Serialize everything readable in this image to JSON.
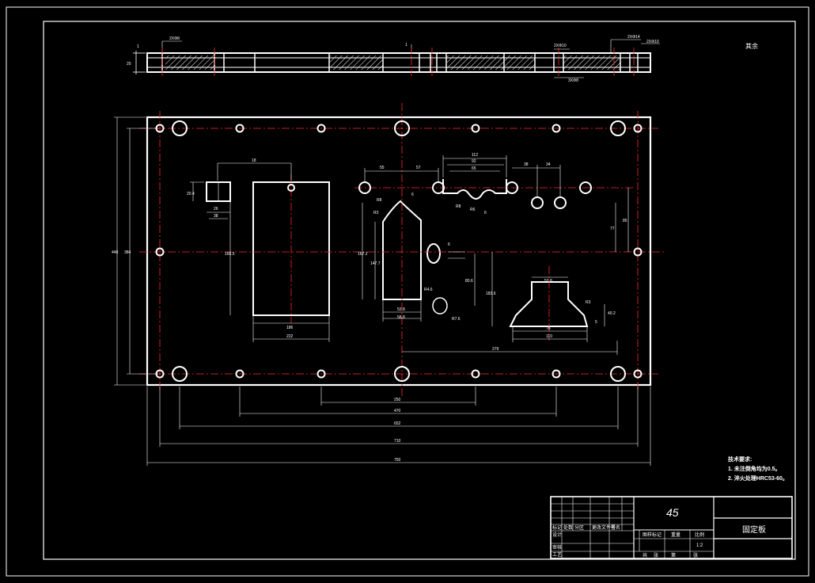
{
  "colors": {
    "background": "#000000",
    "outline": "#ffffff",
    "centerline": "#ff2a2a",
    "dimension": "#ffffff"
  },
  "corner_label": "其余",
  "side_view": {
    "thickness": "20",
    "dims": [
      "2XΦ8",
      "1",
      "1",
      "2XΦ10",
      "3XΦ8",
      "2XΦ14",
      "2XΦ10"
    ]
  },
  "plan_view": {
    "overall_height": "440",
    "inner_height": "384",
    "window_width": "186",
    "window_width_outer": "222",
    "window_height": "165.5",
    "top_pitch": "18",
    "small_slot": [
      "20.4",
      "26",
      "38"
    ],
    "slot_dims": [
      "R8",
      "R3",
      "167.2",
      "147.7",
      "52.8",
      "58.8",
      "R4.6",
      "R7.6"
    ],
    "offsets": [
      "55",
      "57",
      "6"
    ],
    "profile_dims": [
      "112",
      "92",
      "65",
      "R8",
      "R6",
      "6"
    ],
    "hole_dims": [
      "38",
      "34",
      "77",
      "85"
    ],
    "mid_dims": [
      "6",
      "80.6",
      "183.6"
    ],
    "bracket_dims": [
      "52.8",
      "R3",
      "40.2",
      "5",
      "78",
      "110"
    ],
    "span_279": "279",
    "bottom_dims": [
      "250",
      "470",
      "652",
      "710",
      "750"
    ]
  },
  "notes": {
    "title": "技术要求:",
    "line1": "1. 未注倒角均为0.5。",
    "line2": "2. 淬火处理HRC53-60。"
  },
  "title_block": {
    "material": "45",
    "part_name": "固定板",
    "scale": "1:2",
    "cells": [
      "标记",
      "处数",
      "分区",
      "更改文件号",
      "签名",
      "设计",
      "审核",
      "工艺",
      "图样标记",
      "重量",
      "比例",
      "共",
      "张",
      "第",
      "张"
    ]
  }
}
